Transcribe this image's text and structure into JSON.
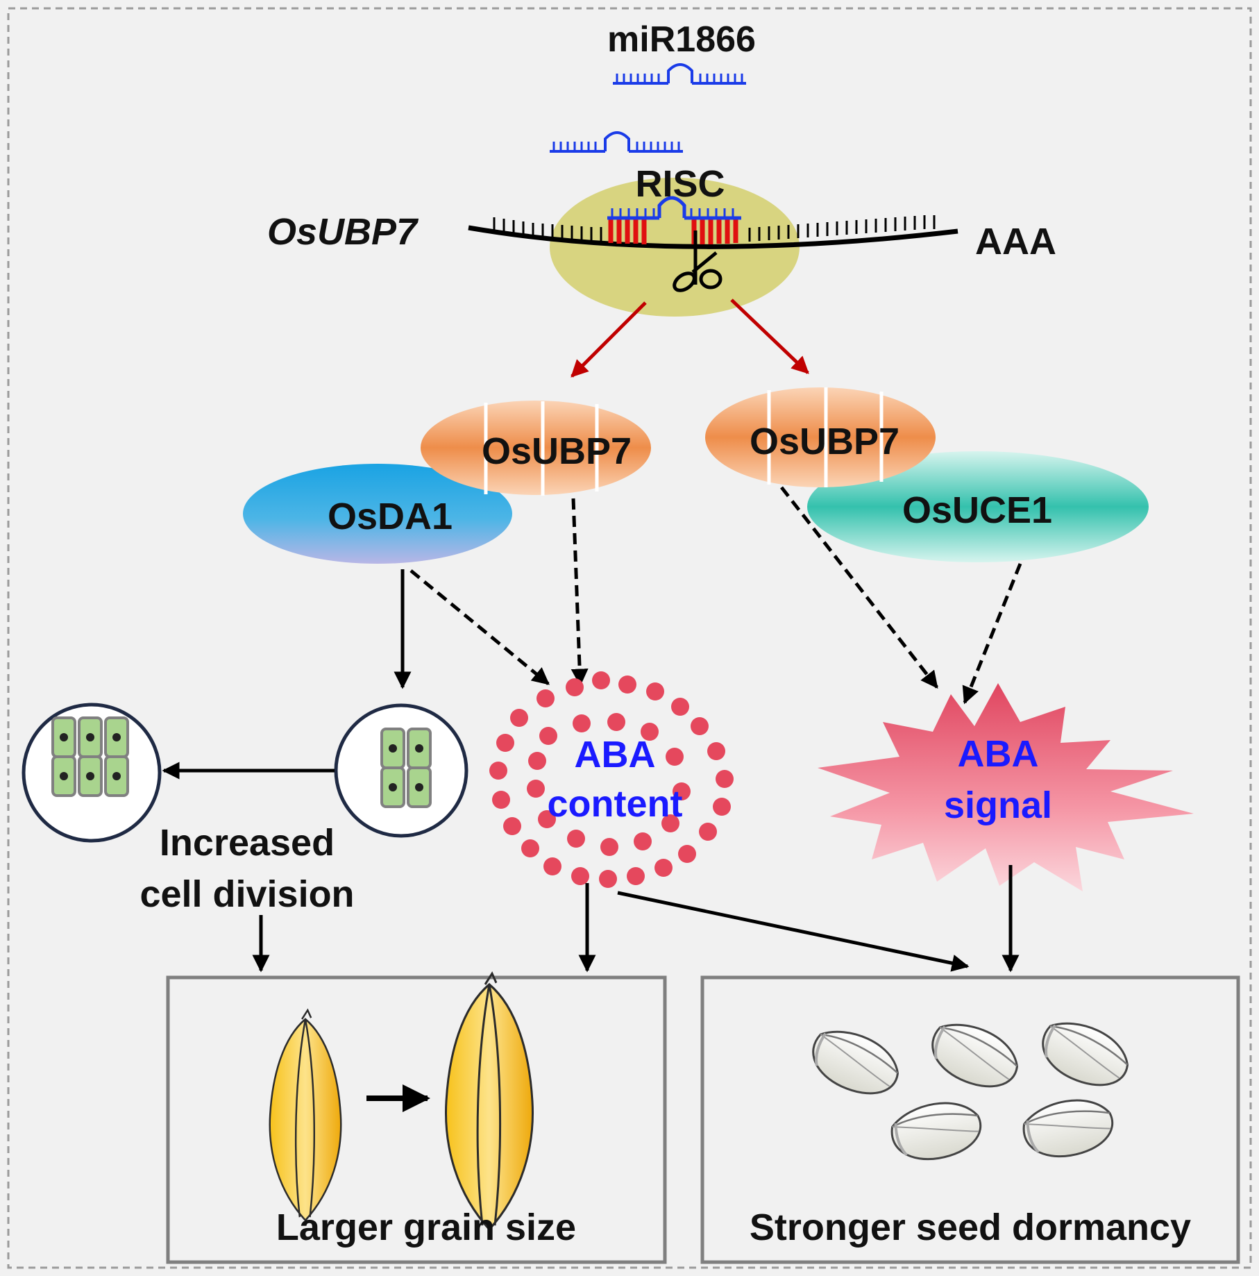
{
  "labels": {
    "mirna": "miR1866",
    "risc": "RISC",
    "target_gene": "OsUBP7",
    "polya_tail": "AAA",
    "protein_left": "OsUBP7",
    "protein_right": "OsUBP7",
    "partner_left": "OsDA1",
    "partner_right": "OsUCE1",
    "aba_content_line1": "ABA",
    "aba_content_line2": "content",
    "aba_signal_line1": "ABA",
    "aba_signal_line2": "signal",
    "cell_division_line1": "Increased",
    "cell_division_line2": "cell division",
    "outcome_grain": "Larger grain size",
    "outcome_dormancy": "Stronger seed dormancy"
  },
  "colors": {
    "page_background": "#f1f1f1",
    "border_dashed": "#9a9a9a",
    "mirna_blue": "#1a3be8",
    "risc_ellipse": "#d8d480",
    "cleavage_arrow": "#c00000",
    "osubp7_protein": "#f2a46c",
    "osda1_protein": "#29a9e1",
    "osuce1_protein": "#2fc0ae",
    "aba_dots": "#e5485d",
    "aba_signal_burst": "#f26a7e",
    "aba_text": "#1a1aff",
    "cell_fill": "#a9d48e",
    "grain_yellow": "#f3b915",
    "seed_grey": "#d9d9cf",
    "outcome_box_border": "#7f7f7f"
  },
  "icons": [
    "scissors-icon",
    "cell-cluster-icon",
    "rice-grain-icon",
    "rice-seed-icon"
  ]
}
